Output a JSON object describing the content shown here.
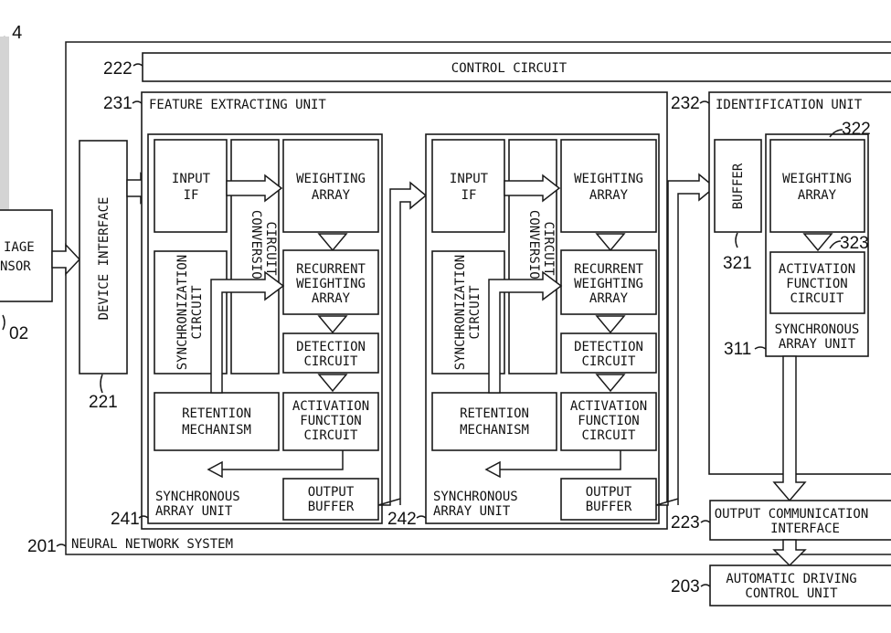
{
  "figure_label": ". 4",
  "control_circuit": {
    "ref": "222",
    "label": "CONTROL CIRCUIT"
  },
  "neural_network_system": {
    "ref": "201",
    "label": "NEURAL NETWORK SYSTEM"
  },
  "image_sensor": {
    "ref": "02",
    "line1": "IAGE",
    "line2": "NSOR"
  },
  "device_interface": {
    "ref": "221",
    "label": "DEVICE INTERFACE"
  },
  "feature_extracting_unit": {
    "ref": "231",
    "label": "FEATURE EXTRACTING UNIT",
    "units": [
      {
        "ref": "241",
        "input_if": {
          "line1": "INPUT",
          "line2": "IF"
        },
        "conversion_circuit": {
          "line1": "CONVERSION",
          "line2": "CIRCUIT"
        },
        "weighting_array": {
          "line1": "WEIGHTING",
          "line2": "ARRAY"
        },
        "synchronization_circuit": {
          "line1": "SYNCHRONIZATION",
          "line2": "CIRCUIT"
        },
        "recurrent_weighting_array": {
          "line1": "RECURRENT",
          "line2": "WEIGHTING",
          "line3": "ARRAY"
        },
        "detection_circuit": {
          "line1": "DETECTION",
          "line2": "CIRCUIT"
        },
        "retention_mechanism": {
          "line1": "RETENTION",
          "line2": "MECHANISM"
        },
        "activation_function_circuit": {
          "line1": "ACTIVATION",
          "line2": "FUNCTION",
          "line3": "CIRCUIT"
        },
        "output_buffer": {
          "line1": "OUTPUT",
          "line2": "BUFFER"
        },
        "synchronous_array_unit": {
          "line1": "SYNCHRONOUS",
          "line2": "ARRAY UNIT"
        }
      },
      {
        "ref": "242",
        "input_if": {
          "line1": "INPUT",
          "line2": "IF"
        },
        "conversion_circuit": {
          "line1": "CONVERSION",
          "line2": "CIRCUIT"
        },
        "weighting_array": {
          "line1": "WEIGHTING",
          "line2": "ARRAY"
        },
        "synchronization_circuit": {
          "line1": "SYNCHRONIZATION",
          "line2": "CIRCUIT"
        },
        "recurrent_weighting_array": {
          "line1": "RECURRENT",
          "line2": "WEIGHTING",
          "line3": "ARRAY"
        },
        "detection_circuit": {
          "line1": "DETECTION",
          "line2": "CIRCUIT"
        },
        "retention_mechanism": {
          "line1": "RETENTION",
          "line2": "MECHANISM"
        },
        "activation_function_circuit": {
          "line1": "ACTIVATION",
          "line2": "FUNCTION",
          "line3": "CIRCUIT"
        },
        "output_buffer": {
          "line1": "OUTPUT",
          "line2": "BUFFER"
        },
        "synchronous_array_unit": {
          "line1": "SYNCHRONOUS",
          "line2": "ARRAY UNIT"
        }
      }
    ]
  },
  "identification_unit": {
    "ref": "232",
    "label": "IDENTIFICATION UNIT",
    "buffer": {
      "ref": "321",
      "label": "BUFFER"
    },
    "synchronous_array": {
      "ref": "311",
      "ref_weighting": "322",
      "ref_activation": "323",
      "weighting_array": {
        "line1": "WEIGHTING",
        "line2": "ARRAY"
      },
      "activation_function_circuit": {
        "line1": "ACTIVATION",
        "line2": "FUNCTION",
        "line3": "CIRCUIT"
      },
      "label": {
        "line1": "SYNCHRONOUS",
        "line2": "ARRAY UNIT"
      }
    }
  },
  "output_communication_interface": {
    "ref": "223",
    "line1": "OUTPUT COMMUNICATION",
    "line2": "INTERFACE"
  },
  "automatic_driving_control_unit": {
    "ref": "203",
    "line1": "AUTOMATIC DRIVING",
    "line2": "CONTROL UNIT"
  }
}
